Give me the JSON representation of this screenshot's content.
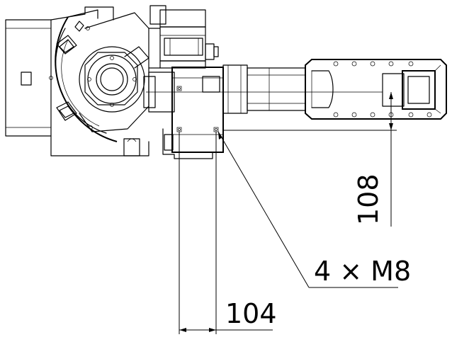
{
  "drawing": {
    "component": "robot-arm-wrist-side-view",
    "dimensions": {
      "vertical_offset": "108",
      "horizontal_offset": "104"
    },
    "callouts": {
      "mounting_holes": "4 × M8"
    },
    "colors": {
      "line": "#000000",
      "background": "#ffffff"
    }
  }
}
